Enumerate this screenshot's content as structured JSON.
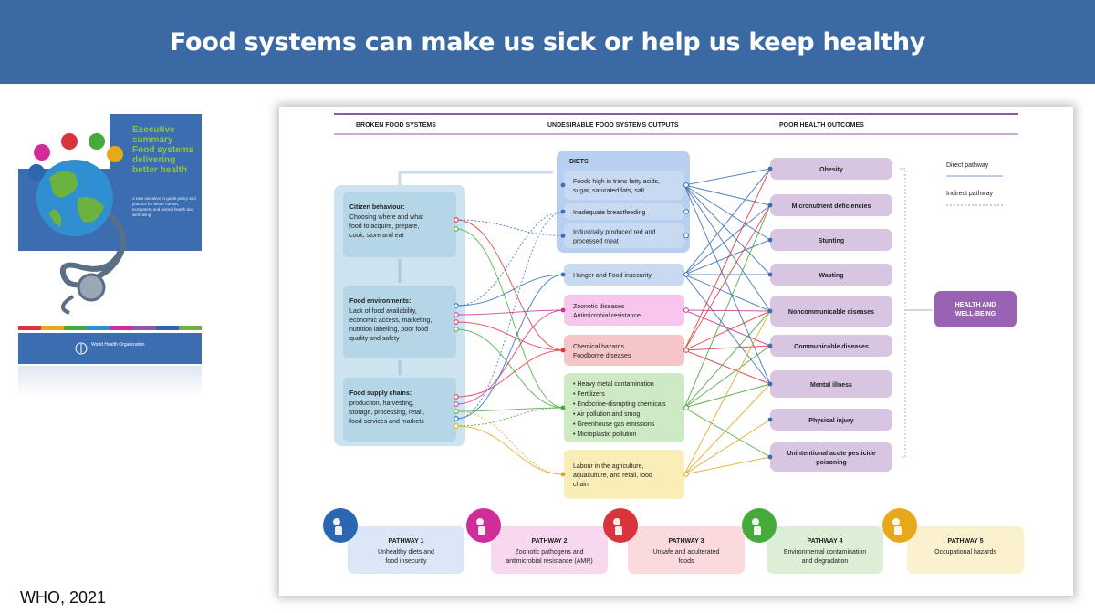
{
  "banner": {
    "title": "Food systems can make us sick or help us keep healthy"
  },
  "credit": "WHO, 2021",
  "cover": {
    "title_lines": [
      "Executive",
      "summary",
      "Food systems",
      "delivering",
      "better health"
    ],
    "subtitle": "A new narrative to guide policy and practice for better human, ecosystem and animal health and well-being",
    "publisher": "World Health Organization"
  },
  "diagram": {
    "headers": {
      "left": "BROKEN FOOD SYSTEMS",
      "middle": "UNDESIRABLE FOOD SYSTEMS OUTPUTS",
      "right": "POOR HEALTH OUTCOMES"
    },
    "legend": {
      "direct": "Direct pathway",
      "indirect": "Indirect pathway"
    },
    "left_boxes": [
      {
        "title": "Citizen behaviour:",
        "body": [
          "Choosing where and what",
          "food to acquire, prepare,",
          "cook, store and eat"
        ]
      },
      {
        "title": "Food environments:",
        "body": [
          "Lack of food availability,",
          "economic access, marketing,",
          "nutrition labelling, poor food",
          "quality and safety"
        ]
      },
      {
        "title": "Food supply chains:",
        "body": [
          "production, harvesting,",
          "storage, processing, retail,",
          "food services and markets"
        ]
      }
    ],
    "diets_label": "DIETS",
    "outputs": [
      {
        "lines": [
          "Foods high in trans fatty acids,",
          "sugar, saturated fats, salt"
        ]
      },
      {
        "lines": [
          "Inadequate breastfeeding"
        ]
      },
      {
        "lines": [
          "Industrially produced red and",
          "processed meat"
        ]
      },
      {
        "lines": [
          "Hunger and Food insecurity"
        ]
      },
      {
        "lines": [
          "Zoonotic diseases",
          "Antimicrobial resistance"
        ]
      },
      {
        "lines": [
          "Chemical hazards",
          "Foodborne diseases"
        ]
      },
      {
        "lines": [
          "• Heavy metal contamination",
          "• Fertilizers",
          "• Endocrine-disrupting chemicals",
          "• Air pollution and smog",
          "• Greenhouse gas emissions",
          "• Microplastic pollution"
        ]
      },
      {
        "lines": [
          "Labour in the agriculture,",
          "aquaculture, and retail, food",
          "chain"
        ]
      }
    ],
    "outcomes": [
      {
        "lines": [
          "Obesity"
        ]
      },
      {
        "lines": [
          "Micronutrient deficiencies"
        ]
      },
      {
        "lines": [
          "Stunting"
        ]
      },
      {
        "lines": [
          "Wasting"
        ]
      },
      {
        "lines": [
          "Noncommunicable diseases"
        ]
      },
      {
        "lines": [
          "Communicable diseases"
        ]
      },
      {
        "lines": [
          "Mental illness"
        ]
      },
      {
        "lines": [
          "Physical injury"
        ]
      },
      {
        "lines": [
          "Unintentional acute pesticide",
          "poisoning"
        ]
      }
    ],
    "health_box": [
      "HEALTH AND",
      "WELL-BEING"
    ],
    "pathways": [
      {
        "title": "PATHWAY 1",
        "lines": [
          "Unhealthy diets and",
          "food insecurity"
        ],
        "color": "#2b66b1",
        "fill": "#dbe6f6"
      },
      {
        "title": "PATHWAY 2",
        "lines": [
          "Zoonotic pathogens and",
          "antimicrobial resistance (AMR)"
        ],
        "color": "#d02d9a",
        "fill": "#f7d8ef"
      },
      {
        "title": "PATHWAY 3",
        "lines": [
          "Unsafe and adulterated",
          "foods"
        ],
        "color": "#d9333c",
        "fill": "#fadadc"
      },
      {
        "title": "PATHWAY 4",
        "lines": [
          "Environmental contamination",
          "and degradation"
        ],
        "color": "#46a93c",
        "fill": "#dcefd6"
      },
      {
        "title": "PATHWAY 5",
        "lines": [
          "Occupational hazards"
        ],
        "color": "#e7a91b",
        "fill": "#fbf1cf"
      }
    ],
    "colors": {
      "left_fill": "#cde3ef",
      "left_box": "#b5d6e6",
      "blue_box": "#c8d9f2",
      "pink_box": "#f8c6ec",
      "red_box": "#f6c5c7",
      "green_box": "#cdeac4",
      "yellow_box": "#f9eeb8",
      "outcome_box": "#d7c5e2",
      "health_box": "#9a62b2",
      "header_rule": "#8c5aa6"
    }
  }
}
